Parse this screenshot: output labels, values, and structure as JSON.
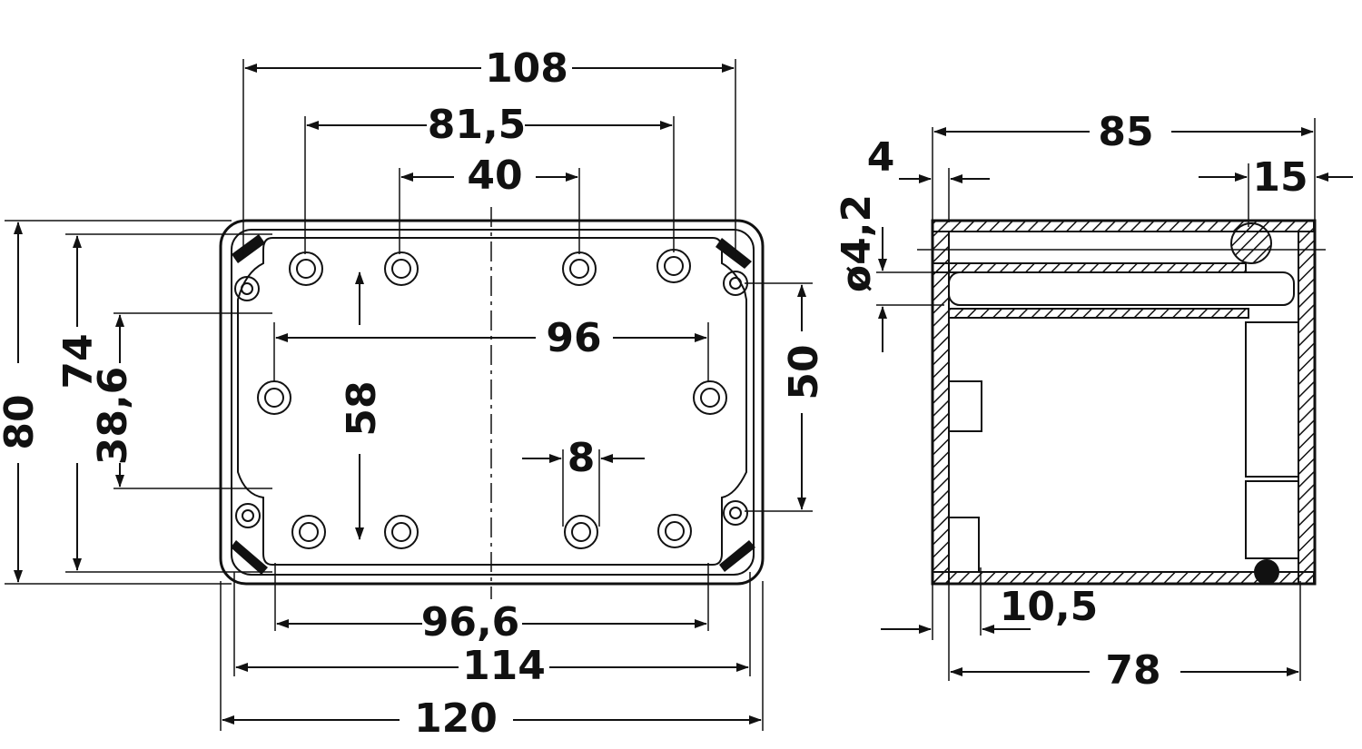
{
  "colors": {
    "ink": "#111111",
    "paper": "#ffffff"
  },
  "front_view": {
    "dim_overall_top": "108",
    "dim_outer_holes": "81,5",
    "dim_inner_holes": "40",
    "dim_mid_span": "96",
    "dim_inner_vertical": "58",
    "dim_small_gap": "8",
    "dim_bottom_inner": "96,6",
    "dim_bottom_mid": "114",
    "dim_bottom_overall": "120",
    "dim_left_overall": "80",
    "dim_left_inner": "74",
    "dim_left_small": "38,6",
    "dim_right": "50"
  },
  "side_view": {
    "dim_depth": "85",
    "dim_wall": "4",
    "dim_lid": "15",
    "dim_diameter": "ø4,2",
    "dim_bottom_offset": "10,5",
    "dim_inner_depth": "78"
  }
}
